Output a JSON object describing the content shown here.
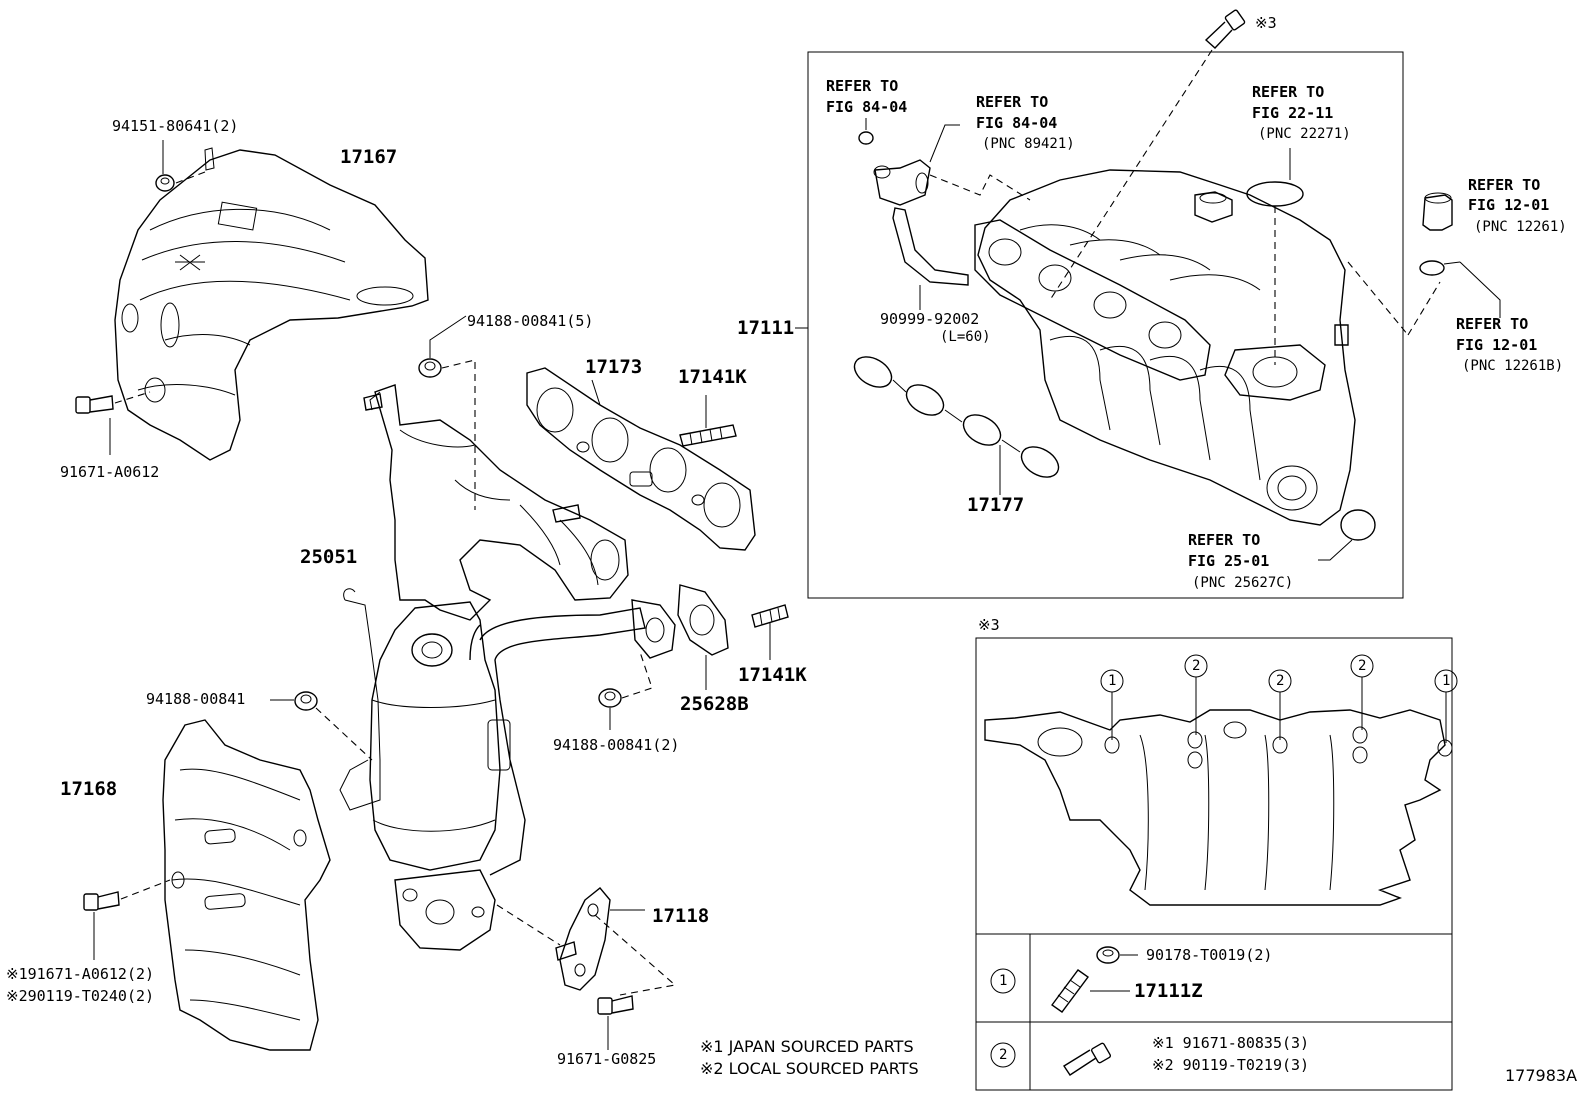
{
  "labels": {
    "p94151": "94151-80641(2)",
    "p17167": "17167",
    "p91671a": "91671-A0612",
    "p94188x5": "94188-00841(5)",
    "p17173": "17173",
    "p17141k_top": "17141K",
    "p25051": "25051",
    "p17141k_bot": "17141K",
    "p94188_single": "94188-00841",
    "p94188x2": "94188-00841(2)",
    "p25628b": "25628B",
    "p17168": "17168",
    "p17118": "17118",
    "p_note1_part": "※191671-A0612(2)",
    "p_note2_part": "※290119-T0240(2)",
    "p91671g": "91671-G0825",
    "p17111": "17111",
    "p90999": "90999-92002",
    "p90999_len": "(L=60)",
    "p17177": "17177",
    "mark3_top": "※3",
    "mark3_box": "※3",
    "fig_code": "177983A"
  },
  "references": {
    "r1_l1": "REFER TO",
    "r1_l2": "FIG 84-04",
    "r2_l1": "REFER TO",
    "r2_l2": "FIG 84-04",
    "r2_l3": "(PNC 89421)",
    "r3_l1": "REFER TO",
    "r3_l2": "FIG 22-11",
    "r3_l3": "(PNC 22271)",
    "r4_l1": "REFER TO",
    "r4_l2": "FIG 12-01",
    "r4_l3": "(PNC 12261)",
    "r5_l1": "REFER TO",
    "r5_l2": "FIG 12-01",
    "r5_l3": "(PNC 12261B)",
    "r6_l1": "REFER TO",
    "r6_l2": "FIG 25-01",
    "r6_l3": "(PNC 25627C)"
  },
  "detail_box": {
    "callouts": [
      "1",
      "2",
      "2",
      "2",
      "1"
    ],
    "row1_mark": "1",
    "row1_nut": "90178-T0019(2)",
    "row1_stud": "17111Z",
    "row2_mark": "2",
    "row2_line1": "※1 91671-80835(3)",
    "row2_line2": "※2 90119-T0219(3)"
  },
  "notes": {
    "n1": "※1 JAPAN SOURCED PARTS",
    "n2": "※2 LOCAL SOURCED PARTS"
  }
}
